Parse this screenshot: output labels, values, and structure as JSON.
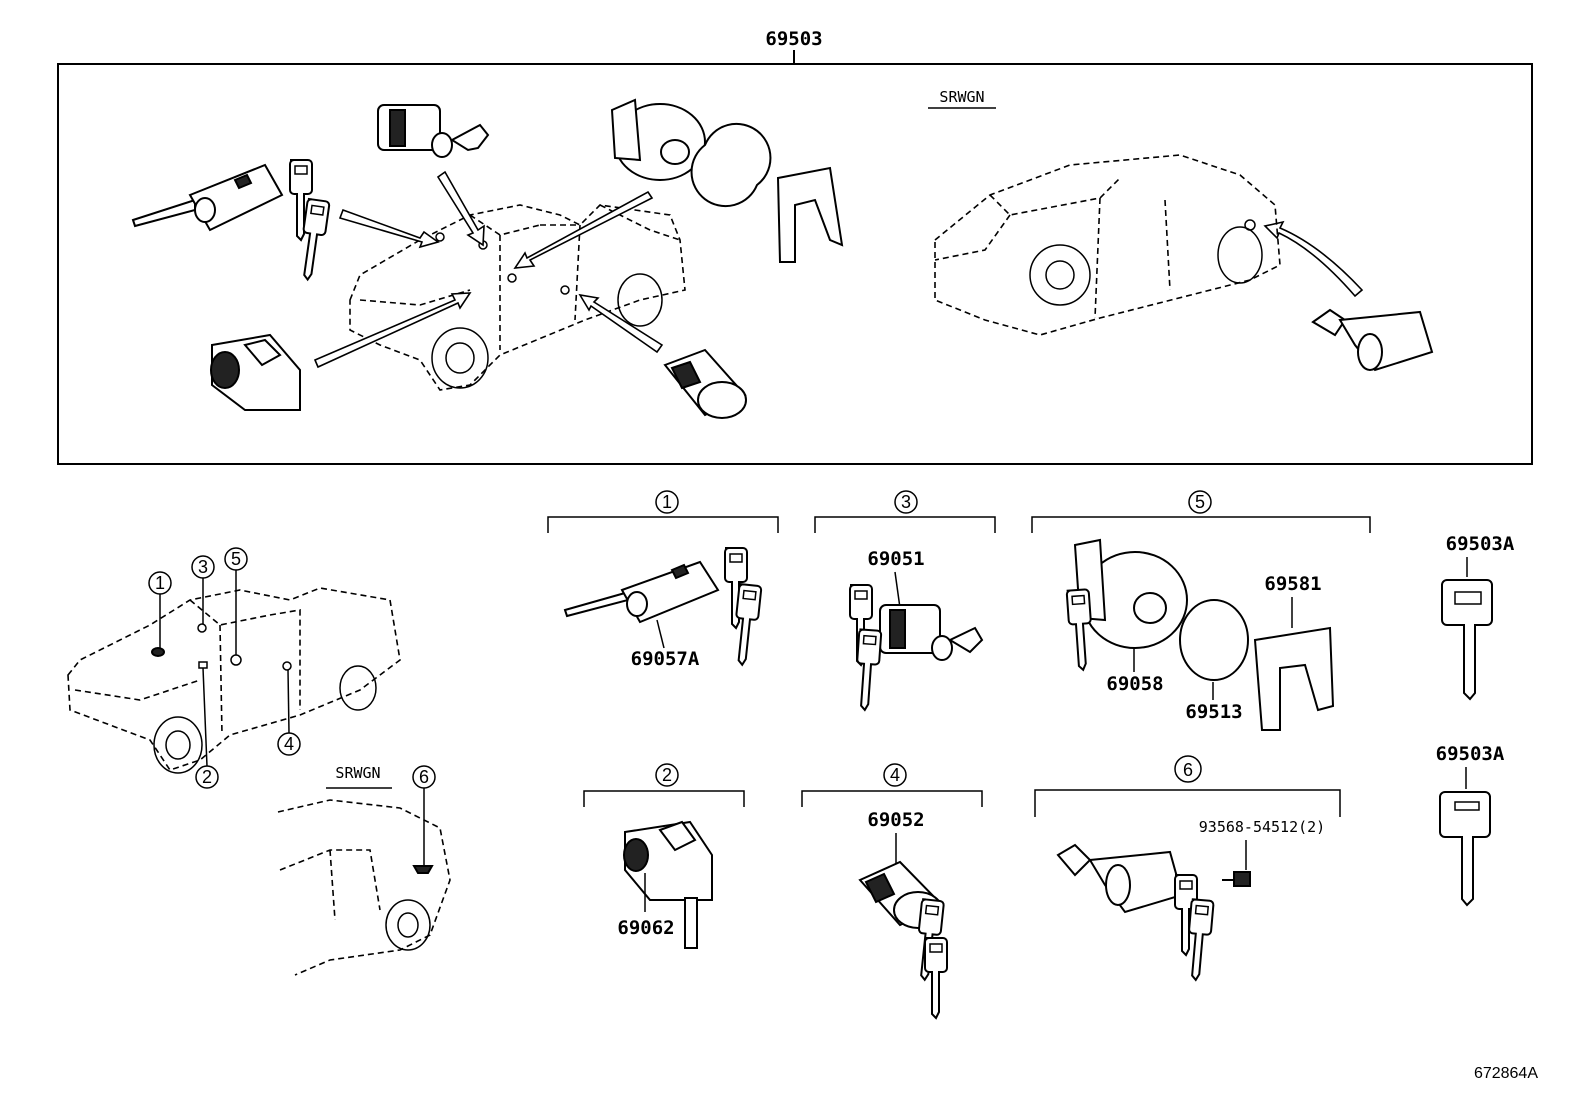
{
  "assembly": {
    "part_no": "69503",
    "variant_label": "SRWGN"
  },
  "index_view": {
    "variant_label": "SRWGN",
    "markers": [
      "1",
      "2",
      "3",
      "4",
      "5",
      "6"
    ]
  },
  "groups": [
    {
      "marker": "1",
      "parts": [
        "69057A"
      ]
    },
    {
      "marker": "2",
      "parts": [
        "69062"
      ]
    },
    {
      "marker": "3",
      "parts": [
        "69051"
      ]
    },
    {
      "marker": "4",
      "parts": [
        "69052"
      ]
    },
    {
      "marker": "5",
      "parts": [
        "69058",
        "69513",
        "69581"
      ]
    },
    {
      "marker": "6",
      "parts": [
        "93568-54512(2)"
      ]
    }
  ],
  "keys": [
    "69503A",
    "69503A"
  ],
  "figure_ref": "672864A"
}
